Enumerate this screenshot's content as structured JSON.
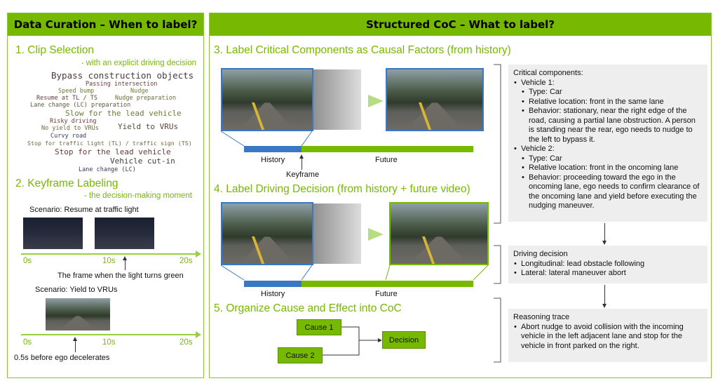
{
  "left": {
    "title": "Data Curation – When to label?",
    "clip_selection": {
      "title": "1.  Clip Selection",
      "subtitle": "- with an explicit driving decision",
      "words": [
        "Bypass construction objects",
        "Passing intersection",
        "Speed bump",
        "Nudge",
        "Resume at TL / TS",
        "Nudge preparation",
        "Lane change (LC) preparation",
        "Slow for the lead vehicle",
        "Risky driving",
        "No yield to VRUs",
        "Yield to VRUs",
        "Curvy road",
        "Stop for traffic light (TL) / traffic sign (TS)",
        "Stop for the lead vehicle",
        "Vehicle cut-in",
        "Lane change (LC)"
      ]
    },
    "keyframe": {
      "title": "2.  Keyframe Labeling",
      "subtitle": "- the decision-making moment",
      "scenario1": {
        "label": "Scenario: Resume at traffic light",
        "ticks": [
          "0s",
          "10s",
          "20s"
        ],
        "note": "The frame when the light turns green"
      },
      "scenario2": {
        "label": "Scenario: Yield to VRUs",
        "ticks": [
          "0s",
          "10s",
          "20s"
        ],
        "note": "0.5s before ego decelerates"
      }
    }
  },
  "right": {
    "title": "Structured CoC – What to label?",
    "step3": {
      "title": "3. Label Critical Components as Causal Factors (from history)",
      "history": "History",
      "future": "Future",
      "keyframe": "Keyframe"
    },
    "step4": {
      "title": "4. Label Driving Decision (from history + future video)",
      "history": "History",
      "future": "Future"
    },
    "step5": {
      "title": "5. Organize Cause and Effect into CoC",
      "cause1": "Cause 1",
      "cause2": "Cause 2",
      "decision": "Decision"
    },
    "critical": {
      "heading": "Critical components:",
      "v1": {
        "label": "Vehicle 1:",
        "type": "Type: Car",
        "loc": "Relative location: front in the same lane",
        "behavior": "Behavior: stationary, near the right edge of the road, causing a partial lane obstruction. A person is standing near the rear, ego needs to nudge to the left to bypass it."
      },
      "v2": {
        "label": "Vehicle 2:",
        "type": "Type: Car",
        "loc": "Relative location: front in the oncoming lane",
        "behavior": "Behavior: proceeding toward the ego in the oncoming lane, ego needs to confirm clearance of the oncoming lane and yield before executing the nudging maneuver."
      }
    },
    "decision": {
      "heading": "Driving decision",
      "items": [
        "Longitudinal: lead obstacle following",
        "Lateral: lateral maneuver abort"
      ]
    },
    "reasoning": {
      "heading": "Reasoning trace",
      "items": [
        "Abort nudge to avoid collision with the incoming vehicle in the left adjacent lane and stop for the vehicle in front parked on the right."
      ]
    }
  },
  "colors": {
    "accent": "#76b900",
    "history": "#3a78c4",
    "box": "#eeeeee"
  }
}
